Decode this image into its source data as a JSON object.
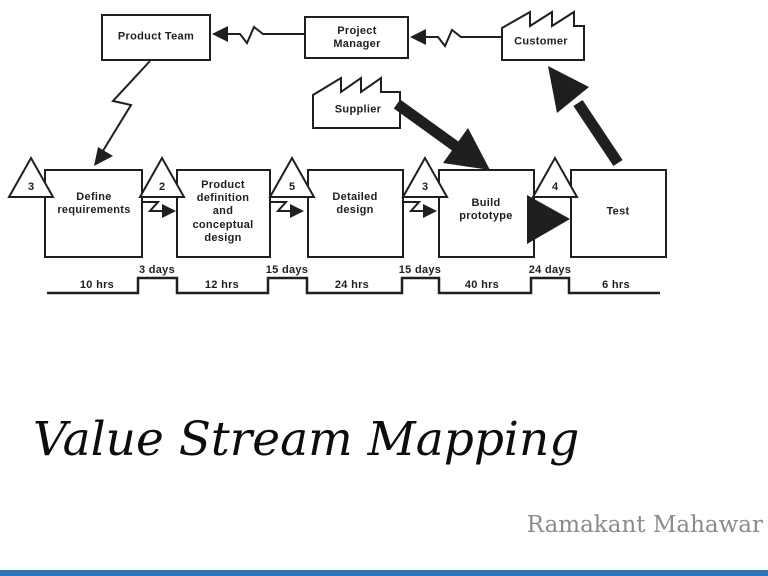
{
  "slide": {
    "title": "Value Stream Mapping",
    "author": "Ramakant Mahawar"
  },
  "diagram": {
    "actors": {
      "product_team": "Product Team",
      "project_manager": "Project Manager",
      "customer": "Customer",
      "supplier": "Supplier"
    },
    "processes": [
      {
        "label": "Define requirements",
        "inventory_count": "3",
        "process_time": "10 hrs"
      },
      {
        "label": "Product definition and conceptual design",
        "inventory_count": "2",
        "process_time": "12 hrs"
      },
      {
        "label": "Detailed design",
        "inventory_count": "5",
        "process_time": "24 hrs"
      },
      {
        "label": "Build prototype",
        "inventory_count": "3",
        "process_time": "40 hrs"
      },
      {
        "label": "Test",
        "inventory_count": "4",
        "process_time": "6 hrs"
      }
    ],
    "wait_times": [
      "3 days",
      "15 days",
      "15 days",
      "24 days"
    ]
  },
  "colors": {
    "line": "#1f1f1f",
    "author_text": "#8b8b8b",
    "footer_bar": "#2e75b8",
    "background": "#ffffff"
  }
}
